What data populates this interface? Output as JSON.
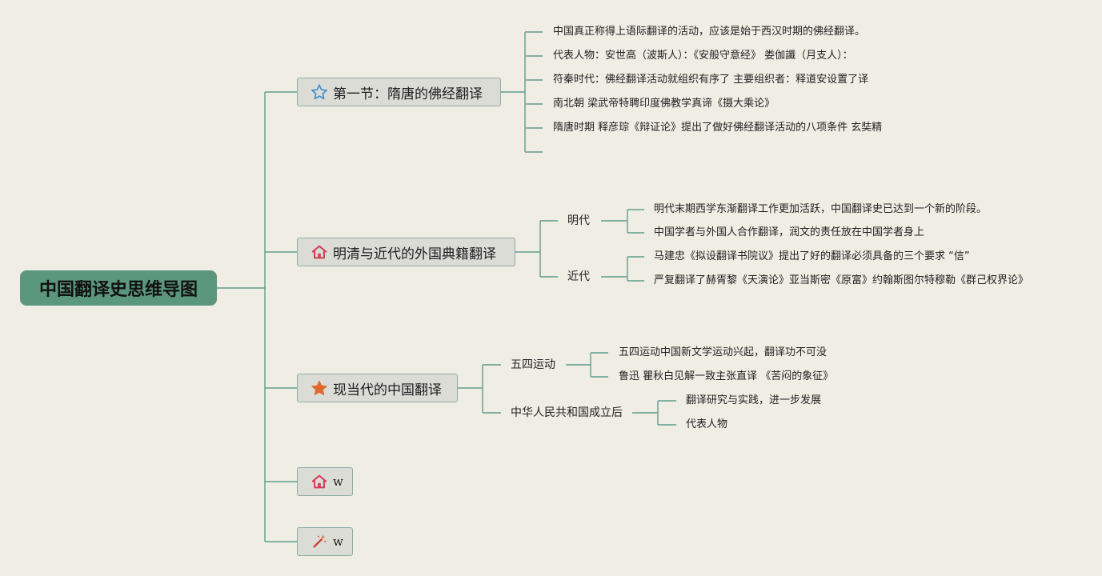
{
  "root": {
    "label": "中国翻译史思维导图"
  },
  "topics": [
    {
      "label": "第一节：隋唐的佛经翻译",
      "icon": "star-outline-icon",
      "leaves": [
        "中国真正称得上语际翻译的活动，应该是始于西汉时期的佛经翻译。",
        "代表人物：安世高（波斯人）：《安般守意经》 娄伽讖（月支人）：",
        "符秦时代：佛经翻译活动就组织有序了 主要组织者：释道安设置了译",
        "南北朝 梁武帝特聘印度佛教学真谛《摄大乘论》",
        "隋唐时期 释彦琮《辩证论》提出了做好佛经翻译活动的八项条件 玄奘精",
        ""
      ]
    },
    {
      "label": "明清与近代的外国典籍翻译",
      "icon": "home-icon",
      "groups": [
        {
          "label": "明代",
          "leaves": [
            "明代末期西学东渐翻译工作更加活跃，中国翻译史已达到一个新的阶段。",
            "中国学者与外国人合作翻译，润文的责任放在中国学者身上"
          ]
        },
        {
          "label": "近代",
          "leaves": [
            "马建忠《拟设翻译书院议》提出了好的翻译必须具备的三个要求 “信”",
            "严复翻译了赫胥黎《天演论》亚当斯密《原富》约翰斯图尔特穆勒《群己权界论》"
          ]
        }
      ]
    },
    {
      "label": "现当代的中国翻译",
      "icon": "star-filled-icon",
      "groups": [
        {
          "label": "五四运动",
          "leaves": [
            "五四运动中国新文学运动兴起，翻译功不可没",
            "鲁迅 瞿秋白见解一致主张直译 《苦闷的象征》"
          ]
        },
        {
          "label": "中华人民共和国成立后",
          "leaves": [
            "翻译研究与实践，进一步发展",
            "代表人物"
          ]
        }
      ]
    },
    {
      "label": "w",
      "icon": "home-icon"
    },
    {
      "label": "w",
      "icon": "magic-wand-icon"
    }
  ],
  "colors": {
    "background": "#efede4",
    "root_fill": "#5b977c",
    "topic_fill": "#dcdcd7",
    "connector": "#5e9e8b",
    "home_icon": "#d43f56",
    "star_outline_icon": "#3a8fd1",
    "star_filled_icon": "#e06a2c"
  }
}
